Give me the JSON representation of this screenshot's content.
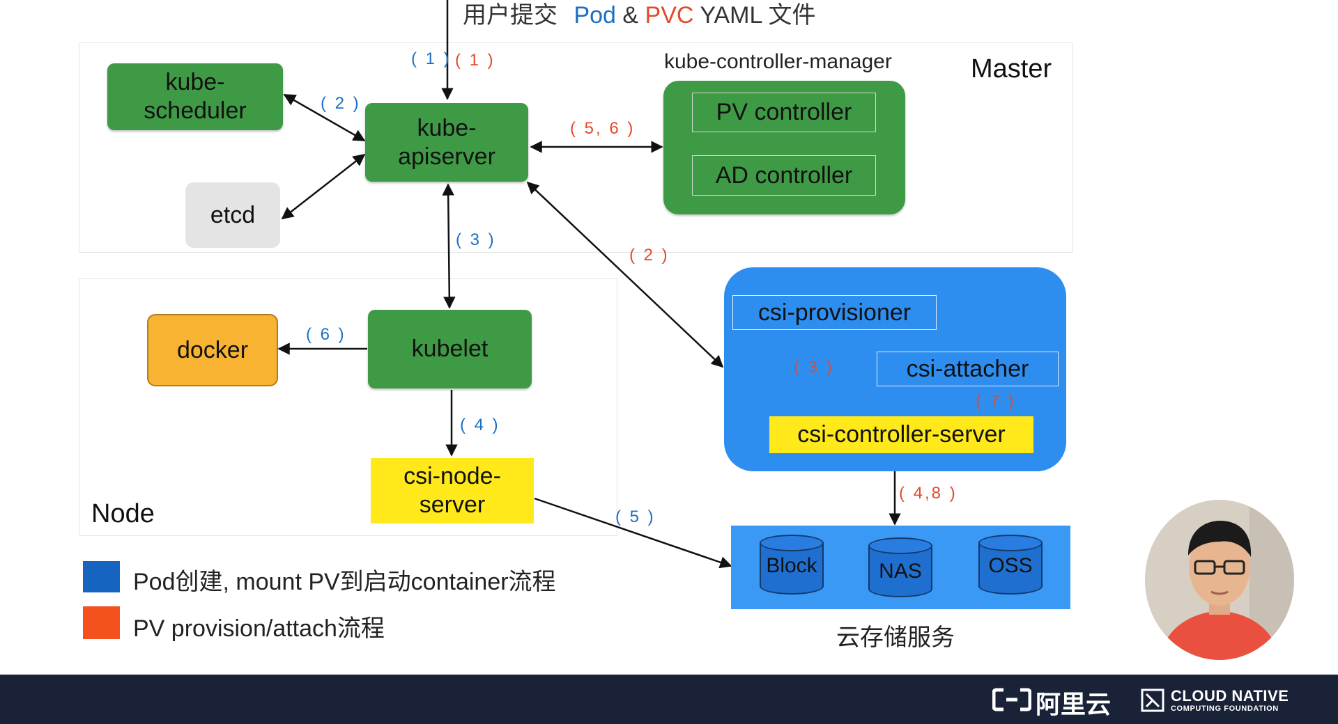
{
  "header": {
    "prefix": "用户提交",
    "pod": "Pod",
    "amp": "&",
    "pvc": "PVC",
    "suffix": "YAML 文件"
  },
  "master": {
    "label": "Master",
    "kcm_label": "kube-controller-manager"
  },
  "node_area": {
    "label": "Node"
  },
  "components": {
    "kube_scheduler": "kube-\nscheduler",
    "kube_apiserver": "kube-\napiserver",
    "etcd": "etcd",
    "pv_controller": "PV controller",
    "ad_controller": "AD controller",
    "kubelet": "kubelet",
    "docker": "docker",
    "csi_node_server": "csi-node-\nserver",
    "csi_provisioner": "csi-provisioner",
    "csi_attacher": "csi-attacher",
    "csi_controller_server": "csi-controller-server"
  },
  "storage": {
    "block": "Block",
    "nas": "NAS",
    "oss": "OSS",
    "caption": "云存储服务"
  },
  "steps": {
    "blue_1": "( 1 )",
    "red_1": "( 1 )",
    "blue_2": "( 2 )",
    "red_56": "( 5, 6 )",
    "blue_3": "( 3 )",
    "red_2": "( 2 )",
    "blue_6": "( 6 )",
    "red_3": "( 3 )",
    "red_7": "( 7 )",
    "blue_4": "( 4 )",
    "red_48": "( 4,8 )",
    "blue_5": "( 5 )"
  },
  "legend": {
    "blue": {
      "label": "Pod创建, mount PV到启动container流程",
      "color": "#1565c0"
    },
    "red": {
      "label": "PV provision/attach流程",
      "color": "#f4511e"
    }
  },
  "footer": {
    "aliyun": "阿里云",
    "cncf_line1": "CLOUD NATIVE",
    "cncf_line2": "COMPUTING FOUNDATION"
  },
  "colors": {
    "green": "#3f9a46",
    "csi_blue": "#2d8ef0",
    "storage_blue": "#3a99f5",
    "yellow": "#ffe91a",
    "docker_orange": "#f8b333",
    "bar": "#1a2238"
  }
}
